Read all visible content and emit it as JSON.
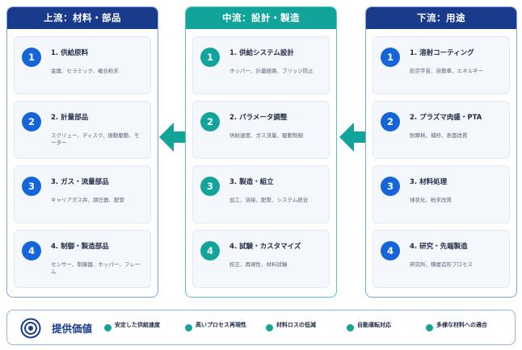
{
  "columns": [
    {
      "title": "上流：材料・部品",
      "header_color": "#1a3a8c",
      "badge_color": "#1565d8",
      "cards": [
        {
          "num": "1",
          "title": "1. 供給原料",
          "desc": "金属、セラミック、複合粉末"
        },
        {
          "num": "2",
          "title": "2. 計量部品",
          "desc": "スクリュー、ディスク、振動駆動、モーター"
        },
        {
          "num": "3",
          "title": "3. ガス・流量部品",
          "desc": "キャリアガス弁、調圧器、配管"
        },
        {
          "num": "4",
          "title": "4. 制御・製造部品",
          "desc": "センサー、制御器、ホッパー、フレーム"
        }
      ]
    },
    {
      "title": "中流：設計・製造",
      "header_color": "#12a39a",
      "badge_color": "#12a39a",
      "cards": [
        {
          "num": "1",
          "title": "1. 供給システム設計",
          "desc": "ホッパー、計量経路、ブリッジ防止"
        },
        {
          "num": "2",
          "title": "2. パラメータ調整",
          "desc": "供給速度、ガス流量、駆動制御"
        },
        {
          "num": "3",
          "title": "3. 製造・組立",
          "desc": "加工、溶接、配管、システム統合"
        },
        {
          "num": "4",
          "title": "4. 試験・カスタマイズ",
          "desc": "校正、再現性、材料試験"
        }
      ]
    },
    {
      "title": "下流：用途",
      "header_color": "#1a3a8c",
      "badge_color": "#1565d8",
      "cards": [
        {
          "num": "1",
          "title": "1. 溶射コーティング",
          "desc": "航空宇宙、自動車、エネルギー"
        },
        {
          "num": "2",
          "title": "2. プラズマ肉盛・PTA",
          "desc": "耐摩耗、補修、表面改質"
        },
        {
          "num": "3",
          "title": "3. 材料処理",
          "desc": "球状化、粉末改質"
        },
        {
          "num": "4",
          "title": "4. 研究・先端製造",
          "desc": "研究所、積層造形プロセス"
        }
      ]
    }
  ],
  "arrow_color": "#12a39a",
  "value": {
    "title": "提供価値",
    "items": [
      "安定した供給速度",
      "高いプロセス再現性",
      "材料ロスの低減",
      "自動運転対応",
      "多様な材料への適合"
    ]
  }
}
